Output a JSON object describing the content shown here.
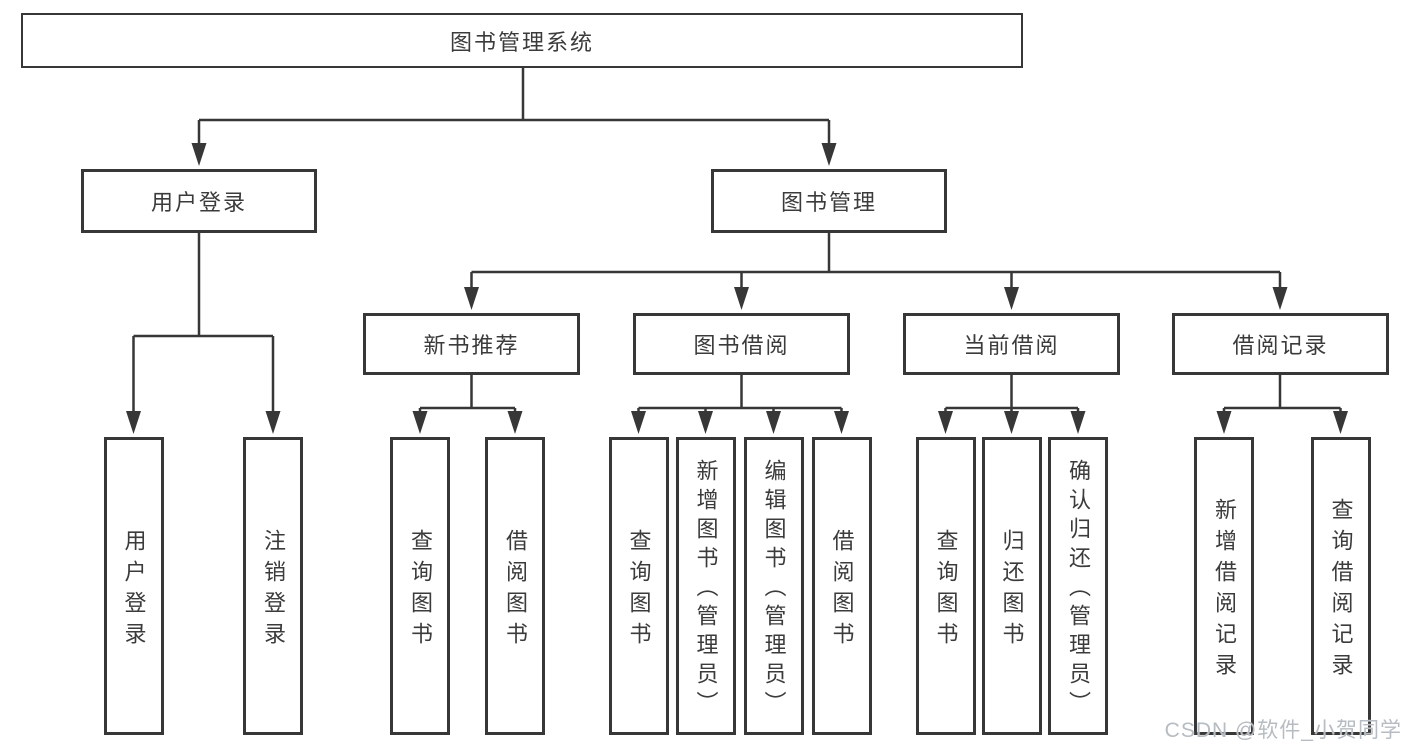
{
  "watermark": "CSDN @软件_小贺同学",
  "colors": {
    "line": "#373737",
    "text": "#3b3b3b",
    "watermark": "#b6bcc1",
    "background": "#ffffff"
  },
  "tree": {
    "root": "图书管理系统",
    "login": {
      "label": "用户登录",
      "children": [
        "用户登录",
        "注销登录"
      ]
    },
    "management": {
      "label": "图书管理",
      "groups": [
        {
          "label": "新书推荐",
          "children": [
            "查询图书",
            "借阅图书"
          ]
        },
        {
          "label": "图书借阅",
          "children": [
            "查询图书",
            "新增图书（管理员）",
            "编辑图书（管理员）",
            "借阅图书"
          ]
        },
        {
          "label": "当前借阅",
          "children": [
            "查询图书",
            "归还图书",
            "确认归还（管理员）"
          ]
        },
        {
          "label": "借阅记录",
          "children": [
            "新增借阅记录",
            "查询借阅记录"
          ]
        }
      ]
    }
  }
}
